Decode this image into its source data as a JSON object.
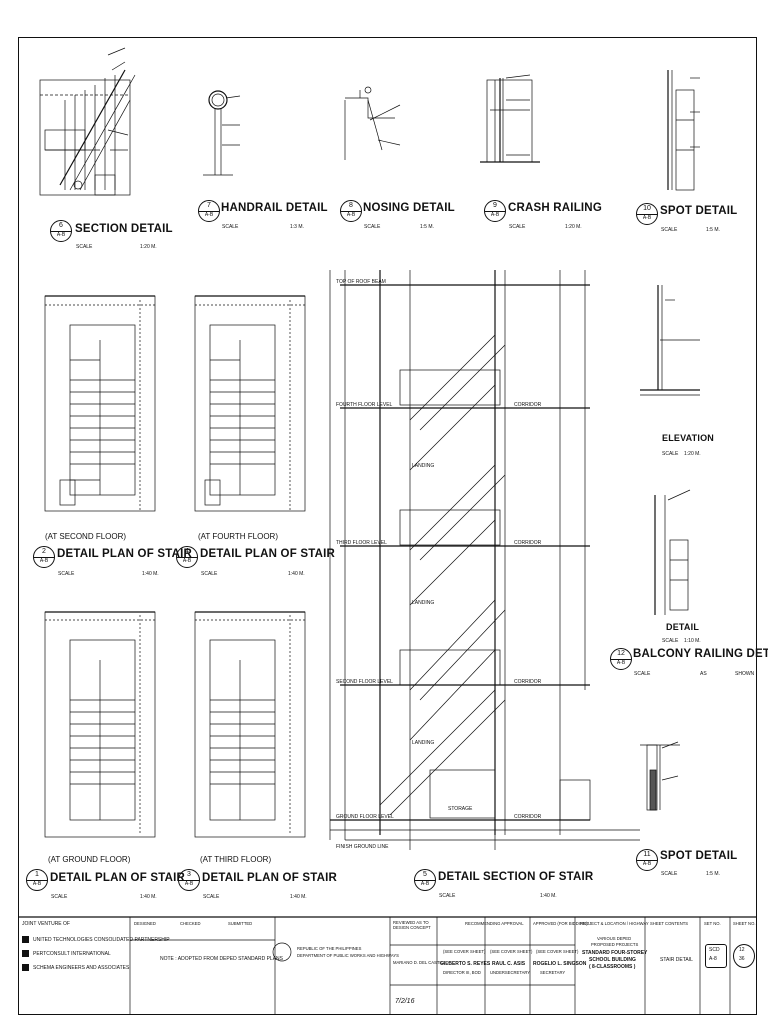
{
  "details": {
    "d6": {
      "title": "SECTION DETAIL",
      "num": "6",
      "sheet": "A-B",
      "scale_label": "SCALE",
      "scale": "1:20 M."
    },
    "d7": {
      "title": "HANDRAIL DETAIL",
      "num": "7",
      "sheet": "A-B",
      "scale_label": "SCALE",
      "scale": "1:3 M."
    },
    "d8": {
      "title": "NOSING DETAIL",
      "num": "8",
      "sheet": "A-B",
      "scale_label": "SCALE",
      "scale": "1:5 M."
    },
    "d9": {
      "title": "CRASH RAILING",
      "num": "9",
      "sheet": "A-B",
      "scale_label": "SCALE",
      "scale": "1:20 M."
    },
    "d10": {
      "title": "SPOT DETAIL",
      "num": "10",
      "sheet": "A-B",
      "scale_label": "SCALE",
      "scale": "1:5 M."
    },
    "d2": {
      "title": "DETAIL PLAN OF STAIR",
      "subtitle": "(AT SECOND FLOOR)",
      "num": "2",
      "sheet": "A-B",
      "scale_label": "SCALE",
      "scale": "1:40 M."
    },
    "d4": {
      "title": "DETAIL PLAN OF STAIR",
      "subtitle": "(AT FOURTH FLOOR)",
      "num": "4",
      "sheet": "A-B",
      "scale_label": "SCALE",
      "scale": "1:40 M."
    },
    "d1": {
      "title": "DETAIL PLAN OF STAIR",
      "subtitle": "(AT GROUND FLOOR)",
      "num": "1",
      "sheet": "A-B",
      "scale_label": "SCALE",
      "scale": "1:40 M."
    },
    "d3": {
      "title": "DETAIL PLAN OF STAIR",
      "subtitle": "(AT THIRD FLOOR)",
      "num": "3",
      "sheet": "A-B",
      "scale_label": "SCALE",
      "scale": "1:40 M."
    },
    "d5": {
      "title": "DETAIL SECTION OF STAIR",
      "num": "5",
      "sheet": "A-B",
      "scale_label": "SCALE",
      "scale": "1:40 M."
    },
    "d12": {
      "title": "BALCONY RAILING DETAIL",
      "num": "12",
      "sheet": "A-B",
      "scale_label": "SCALE",
      "scale": "AS",
      "scale2": "SHOWN"
    },
    "d11": {
      "title": "SPOT DETAIL",
      "num": "11",
      "sheet": "A-B",
      "scale_label": "SCALE",
      "scale": "1:5 M."
    }
  },
  "elevation": {
    "title": "ELEVATION",
    "scale_label": "SCALE",
    "scale": "1:20 M."
  },
  "detail_small": {
    "title": "DETAIL",
    "scale_label": "SCALE",
    "scale": "1:10 M."
  },
  "section_labels": {
    "roof": "TOP OF ROOF BEAM",
    "fourth": "FOURTH FLOOR LEVEL",
    "third": "THIRD FLOOR LEVEL",
    "second": "SECOND FLOOR LEVEL",
    "ground": "GROUND FLOOR LEVEL",
    "finish": "FINISH GROUND LINE",
    "landing": "LANDING",
    "corridor": "CORRIDOR",
    "storage": "STORAGE"
  },
  "title_block": {
    "joint_venture": "JOINT VENTURE OF",
    "firms": [
      "UNITED TECHNOLOGIES CONSOLIDATED PARTNERSHIP",
      "PERTCONSULT INTERNATIONAL",
      "SCHEMA ENGINEERS AND ASSOCIATES"
    ],
    "designed": "DESIGNED",
    "checked": "CHECKED",
    "submitted": "SUBMITTED",
    "note": "NOTE : ADOPTED FROM DEPED STANDARD PLANS",
    "agency1": "REPUBLIC OF THE PHILIPPINES",
    "agency2": "DEPARTMENT OF PUBLIC WORKS AND HIGHWAYS",
    "reviewed": "REVIEWED AS TO DESIGN CONCEPT",
    "reviewer": "MARIANO D. DEL CASTILLO",
    "date_hand": "7/2/16",
    "recommending": "RECOMMENDING APPROVAL",
    "approved": "APPROVED (FOR BIDDING):",
    "see_cover": "(SEE COVER SHEET)",
    "names": [
      "GILBERTO S. REYES",
      "RAUL C. ASIS",
      "ROGELIO L. SINGSON"
    ],
    "roles": [
      "DIRECTOR III, BOD",
      "UNDERSECRETARY",
      "SECRETARY"
    ],
    "project_hdr": "PROJECT & LOCATION / HIGHWAY",
    "project1": "VARIOUS DEPED",
    "project2": "PROPOSED PROJECTS",
    "project3": "STANDARD FOUR-STOREY",
    "project4": "SCHOOL BUILDING",
    "project5": "( 8-CLASSROOMS )",
    "sheet_contents_hdr": "SHEET CONTENTS",
    "sheet_contents": "STAIR DETAIL",
    "set_no_hdr": "SET NO.",
    "sheet_no_hdr": "SHEET NO.",
    "set_code": "SCD",
    "set_sub": "A-8",
    "sheet_no": "12",
    "sheet_total": "36"
  }
}
